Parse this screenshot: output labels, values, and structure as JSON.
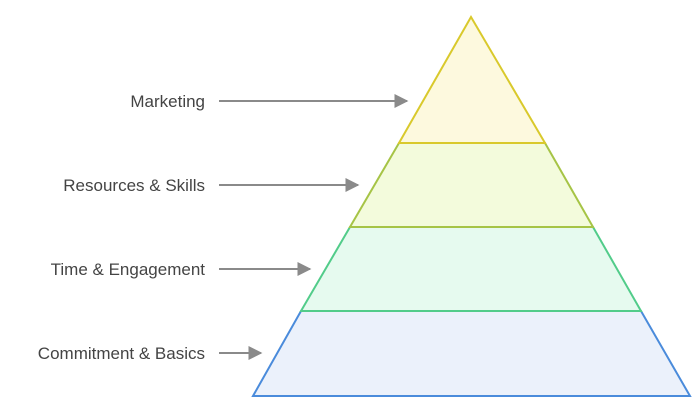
{
  "pyramid": {
    "levels": [
      {
        "label": "Marketing",
        "fill": "#FDF9DE",
        "stroke": "#D9C92C"
      },
      {
        "label": "Resources & Skills",
        "fill": "#F3FBDC",
        "stroke": "#A6C446"
      },
      {
        "label": "Time & Engagement",
        "fill": "#E6FAEF",
        "stroke": "#52CC8A"
      },
      {
        "label": "Commitment & Basics",
        "fill": "#EBF1FB",
        "stroke": "#4A8BDB"
      }
    ],
    "arrow_color": "#8A8A8A"
  }
}
